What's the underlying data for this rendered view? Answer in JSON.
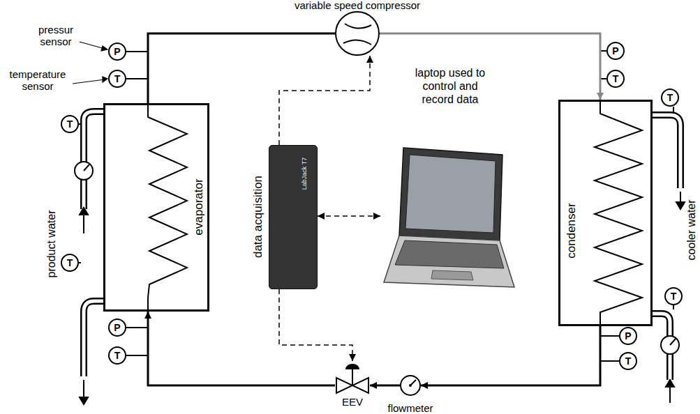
{
  "diagram": {
    "nodes": [
      {
        "text": [
          "variable speed compressor"
        ]
      },
      {
        "text": [
          "P"
        ]
      },
      {
        "text": [
          "T"
        ]
      },
      {
        "text": [
          "P"
        ]
      },
      {
        "text": [
          "T"
        ]
      },
      {
        "text": [
          "T"
        ]
      },
      {
        "text": [
          "T"
        ]
      },
      {
        "text": [
          "evaporator"
        ]
      },
      {
        "text": [
          "data acquisition",
          "LabJack T7"
        ]
      },
      {
        "text": [
          "laptop used to control and record data"
        ]
      },
      {
        "text": [
          "condenser"
        ]
      },
      {
        "text": [
          "T"
        ]
      },
      {
        "text": [
          "T"
        ]
      },
      {
        "text": [
          "P"
        ]
      },
      {
        "text": [
          "T"
        ]
      },
      {
        "text": [
          "P"
        ]
      },
      {
        "text": [
          "T"
        ]
      },
      {
        "text": [
          "EEV"
        ]
      },
      {
        "text": [
          "flowmeter"
        ]
      }
    ],
    "edges": [
      {
        "from": 7,
        "to": 0,
        "arrow": "none"
      },
      {
        "from": 0,
        "to": 10,
        "arrow": "to"
      },
      {
        "from": 10,
        "to": 18,
        "arrow": "to"
      },
      {
        "from": 18,
        "to": 17,
        "arrow": "to"
      },
      {
        "from": 17,
        "to": 7,
        "arrow": "to"
      },
      {
        "from": 8,
        "to": 0,
        "arrow": "to"
      },
      {
        "from": 8,
        "to": 17,
        "arrow": "to"
      },
      {
        "from": 8,
        "to": 9,
        "arrow": "both"
      }
    ],
    "labels": [
      "pressur sensor",
      "temperature sensor",
      "product water",
      "cooler water"
    ]
  }
}
